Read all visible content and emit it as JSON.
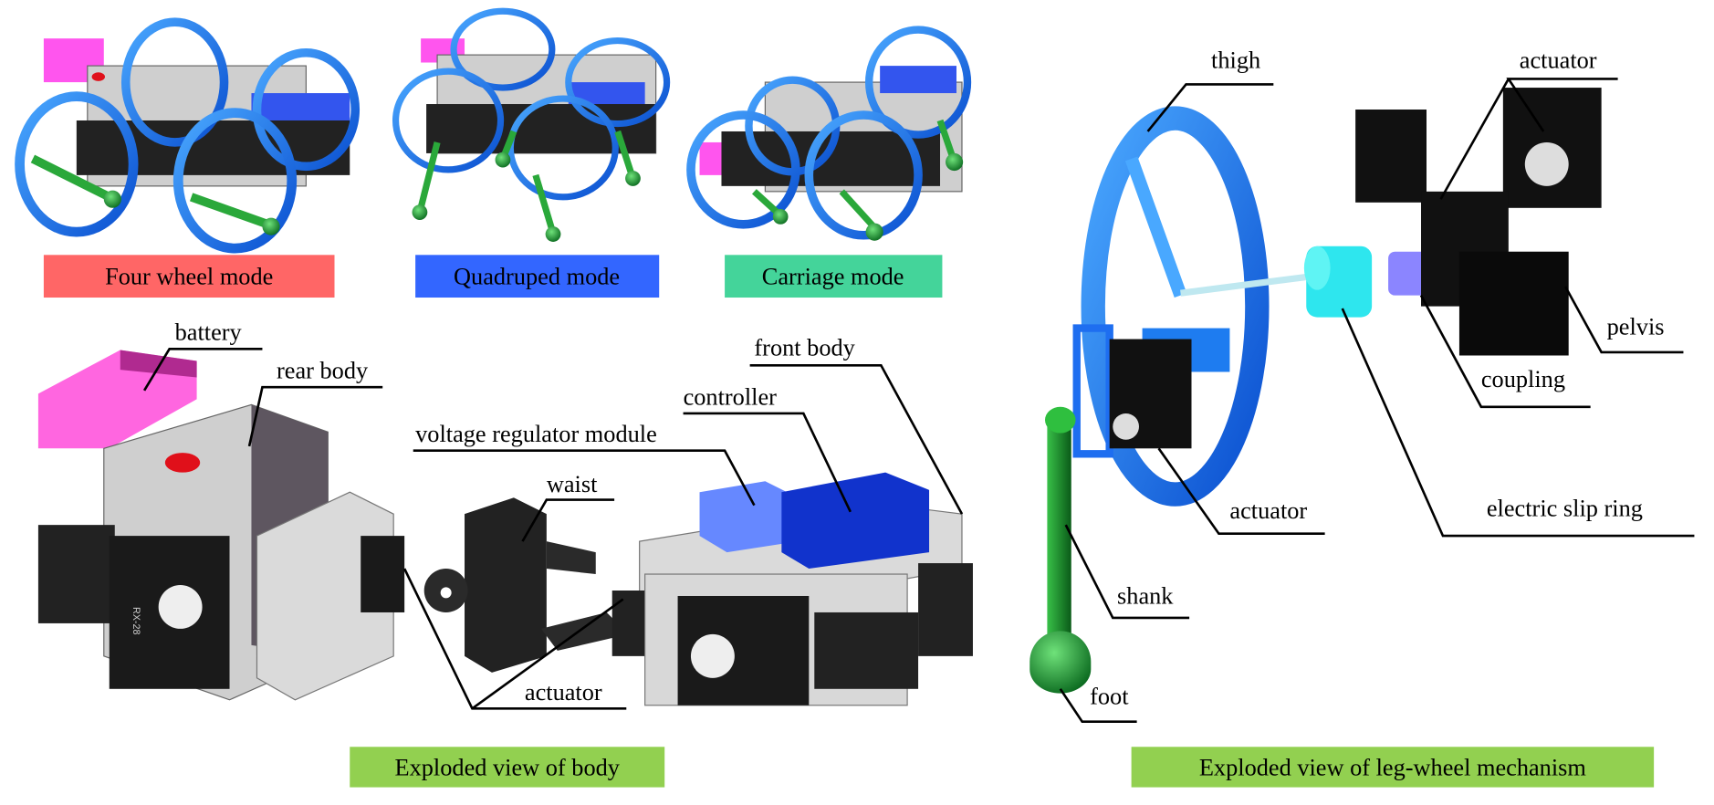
{
  "modes": [
    {
      "label": "Four wheel mode",
      "color": "#ff6666"
    },
    {
      "label": "Quadruped mode",
      "color": "#3366ff"
    },
    {
      "label": "Carriage mode",
      "color": "#44d49a"
    }
  ],
  "body_view": {
    "caption": "Exploded view of body",
    "caption_color": "#92d050",
    "labels": {
      "battery": "battery",
      "rear_body": "rear body",
      "front_body": "front body",
      "controller": "controller",
      "voltage_regulator": "voltage regulator module",
      "waist": "waist",
      "actuator": "actuator"
    },
    "servo_marking": "RX-28"
  },
  "leg_view": {
    "caption": "Exploded view of leg-wheel mechanism",
    "caption_color": "#92d050",
    "labels": {
      "thigh": "thigh",
      "actuator_top": "actuator",
      "pelvis": "pelvis",
      "coupling": "coupling",
      "slip_ring": "electric slip ring",
      "actuator_leg": "actuator",
      "shank": "shank",
      "foot": "foot"
    }
  }
}
